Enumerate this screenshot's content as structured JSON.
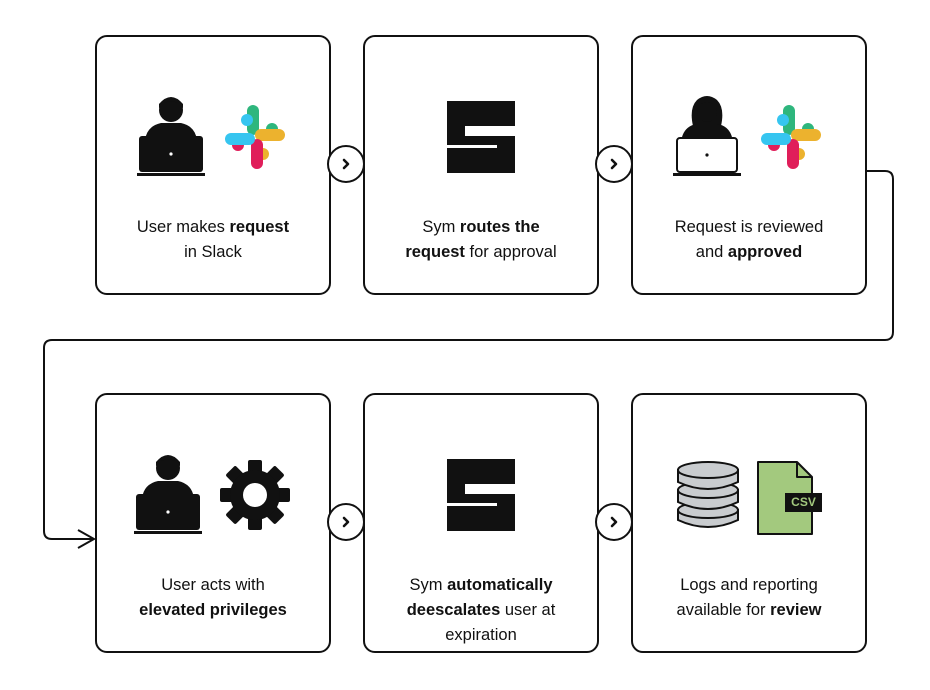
{
  "steps": [
    {
      "parts": [
        {
          "text": "User makes ",
          "bold": false
        },
        {
          "text": "request",
          "bold": true
        },
        {
          "text": "\nin Slack",
          "bold": false
        }
      ],
      "icons": [
        "user-laptop-icon",
        "slack-logo-icon"
      ]
    },
    {
      "parts": [
        {
          "text": "Sym ",
          "bold": false
        },
        {
          "text": "routes the\nrequest",
          "bold": true
        },
        {
          "text": " for approval",
          "bold": false
        }
      ],
      "icons": [
        "sym-logo-icon"
      ]
    },
    {
      "parts": [
        {
          "text": "Request is reviewed\nand ",
          "bold": false
        },
        {
          "text": "approved",
          "bold": true
        }
      ],
      "icons": [
        "approver-laptop-icon",
        "slack-logo-icon"
      ]
    },
    {
      "parts": [
        {
          "text": "User acts with\n",
          "bold": false
        },
        {
          "text": "elevated privileges",
          "bold": true
        }
      ],
      "icons": [
        "user-laptop-icon",
        "gear-icon"
      ]
    },
    {
      "parts": [
        {
          "text": "Sym ",
          "bold": false
        },
        {
          "text": "automatically\ndeescalates",
          "bold": true
        },
        {
          "text": " user at\nexpiration",
          "bold": false
        }
      ],
      "icons": [
        "sym-logo-icon"
      ]
    },
    {
      "parts": [
        {
          "text": "Logs and reporting\navailable for ",
          "bold": false
        },
        {
          "text": "review",
          "bold": true
        }
      ],
      "icons": [
        "database-icon",
        "csv-file-icon"
      ]
    }
  ],
  "csv_label": "CSV",
  "colors": {
    "ink": "#111111",
    "slack_blue": "#36C5F0",
    "slack_green": "#2EB67D",
    "slack_yellow": "#ECB22E",
    "slack_red": "#E01E5A",
    "database_gray": "#C9CCCF",
    "csv_green": "#A3C97E"
  }
}
